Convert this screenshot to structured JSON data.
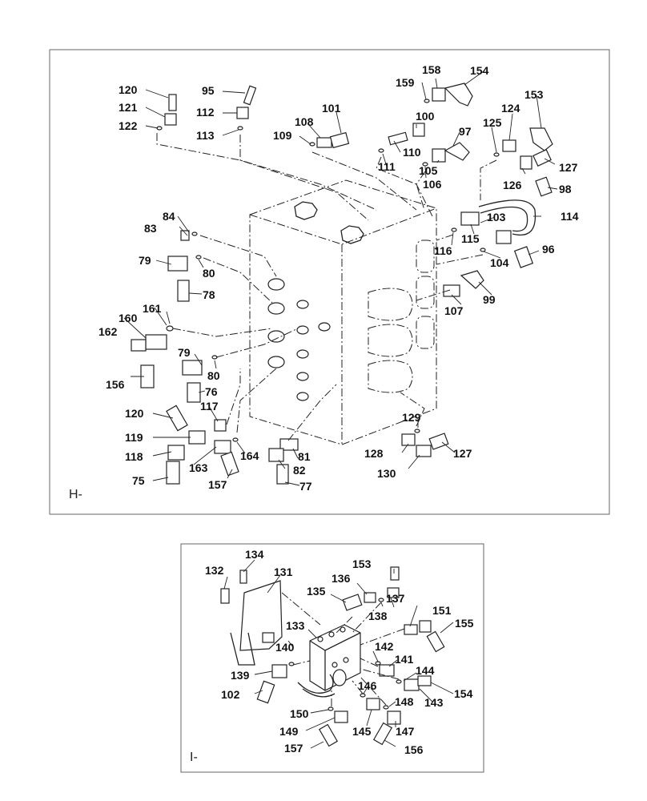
{
  "panels": {
    "top": {
      "label": "H-"
    },
    "bottom": {
      "label": "I-"
    }
  },
  "callouts_top": [
    "75",
    "76",
    "77",
    "78",
    "79",
    "79",
    "80",
    "80",
    "81",
    "82",
    "83",
    "84",
    "95",
    "96",
    "97",
    "98",
    "99",
    "100",
    "101",
    "103",
    "104",
    "105",
    "106",
    "107",
    "108",
    "109",
    "110",
    "111",
    "112",
    "113",
    "114",
    "115",
    "116",
    "117",
    "118",
    "119",
    "120",
    "120",
    "121",
    "122",
    "124",
    "125",
    "126",
    "127",
    "127",
    "128",
    "129",
    "130",
    "153",
    "154",
    "156",
    "157",
    "158",
    "159",
    "160",
    "161",
    "162",
    "163",
    "164"
  ],
  "callouts_bottom": [
    "102",
    "131",
    "132",
    "133",
    "134",
    "135",
    "136",
    "137",
    "138",
    "139",
    "140",
    "141",
    "142",
    "143",
    "144",
    "145",
    "146",
    "147",
    "148",
    "149",
    "150",
    "151",
    "153",
    "154",
    "155",
    "156",
    "157"
  ]
}
